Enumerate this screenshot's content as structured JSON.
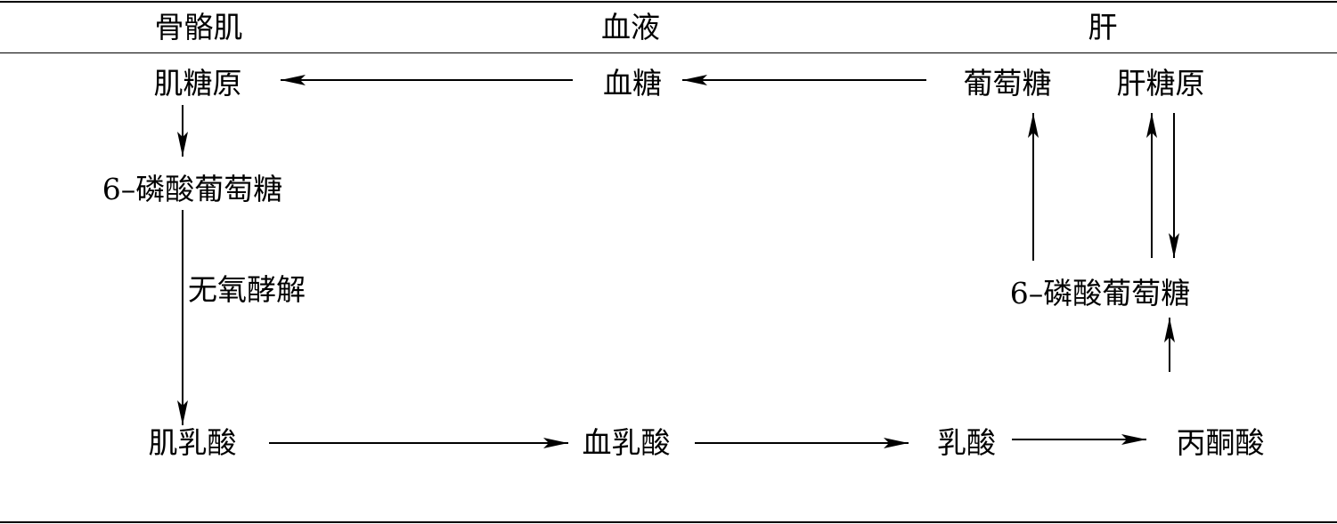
{
  "header": {
    "skeletal_muscle": "骨骼肌",
    "blood": "血液",
    "liver": "肝"
  },
  "nodes": {
    "muscle_glycogen": "肌糖原",
    "blood_glucose": "血糖",
    "liver_glucose": "葡萄糖",
    "liver_glycogen": "肝糖原",
    "muscle_g6p": "6–磷酸葡萄糖",
    "liver_g6p": "6–磷酸葡萄糖",
    "muscle_lactate": "肌乳酸",
    "blood_lactate": "血乳酸",
    "liver_lactate": "乳酸",
    "pyruvate": "丙酮酸"
  },
  "edge_labels": {
    "anaerobic_glycolysis": "无氧酵解"
  }
}
